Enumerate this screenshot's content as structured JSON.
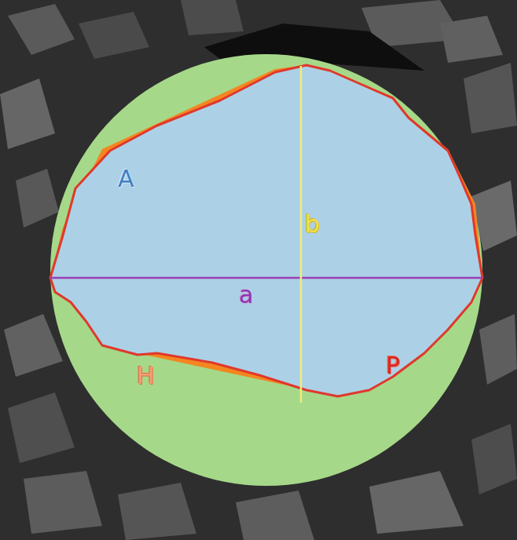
{
  "diagram": {
    "labels": [
      "A",
      "b",
      "a",
      "H",
      "P"
    ]
  }
}
